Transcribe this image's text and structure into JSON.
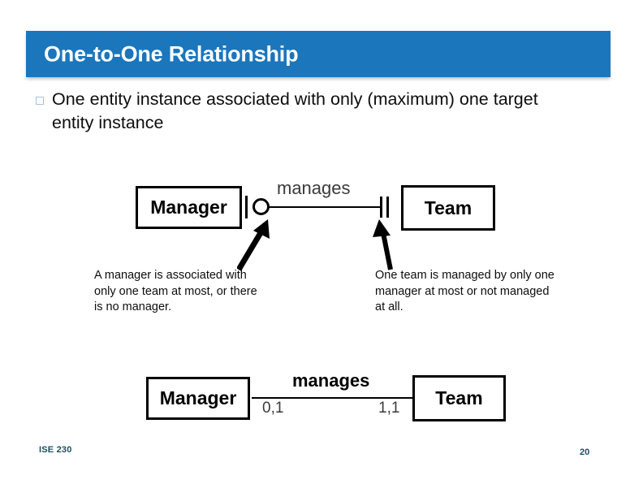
{
  "slide": {
    "title": "One-to-One Relationship",
    "accent_color": "#1b76bc",
    "footer_color": "#1c4f5e"
  },
  "bullet": {
    "marker": "square-outline-bullet",
    "text": "One entity instance associated with only (maximum) one target entity instance"
  },
  "diagram_crowsfoot": {
    "left_entity": "Manager",
    "right_entity": "Team",
    "relationship_label": "manages",
    "left_connector_symbol": "one-or-zero (bar-circle)",
    "right_connector_symbol": "exactly-one (double-bar)",
    "left_arrow": "arrow-to-left-connector",
    "right_arrow": "arrow-to-right-connector"
  },
  "notes": {
    "left": "A manager is associated with only one team at most, or there is no manager.",
    "right": "One team is managed by only one manager at most or not managed at all."
  },
  "diagram_minmax": {
    "left_entity": "Manager",
    "right_entity": "Team",
    "relationship_label": "manages",
    "left_cardinality": "0,1",
    "right_cardinality": "1,1"
  },
  "footer": {
    "course": "ISE 230",
    "page_number": "20"
  }
}
